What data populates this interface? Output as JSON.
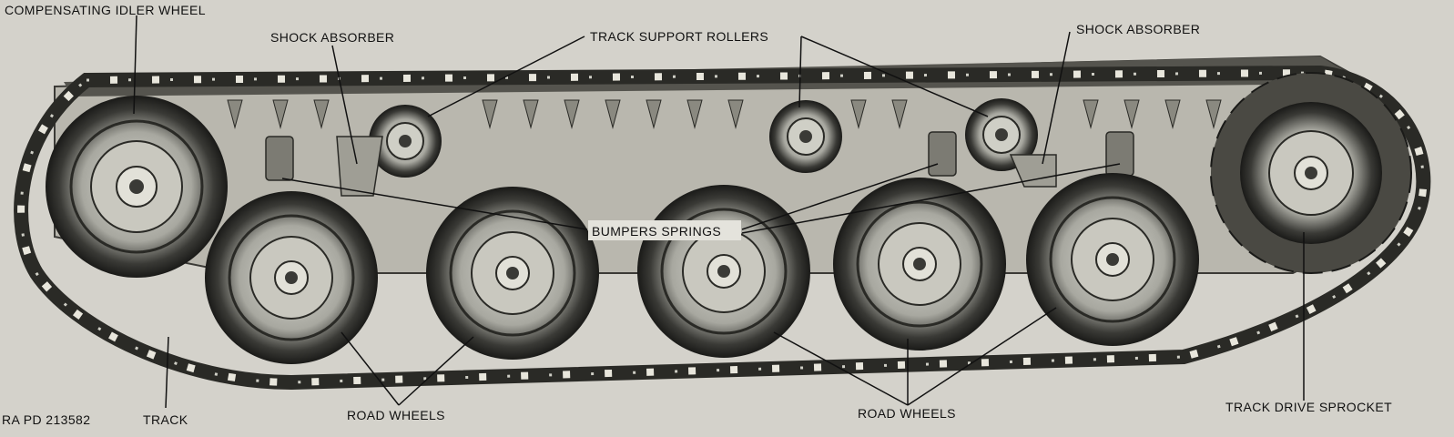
{
  "figure": {
    "reference": "RA PD 213582",
    "labels": {
      "compensating_idler_wheel": "COMPENSATING IDLER WHEEL",
      "shock_absorber_left": "SHOCK ABSORBER",
      "track_support_rollers": "TRACK SUPPORT ROLLERS",
      "shock_absorber_right": "SHOCK ABSORBER",
      "bumpers_springs": "BUMPERS SPRINGS",
      "track": "TRACK",
      "road_wheels_left": "ROAD WHEELS",
      "road_wheels_right": "ROAD WHEELS",
      "track_drive_sprocket": "TRACK DRIVE SPROCKET"
    }
  }
}
